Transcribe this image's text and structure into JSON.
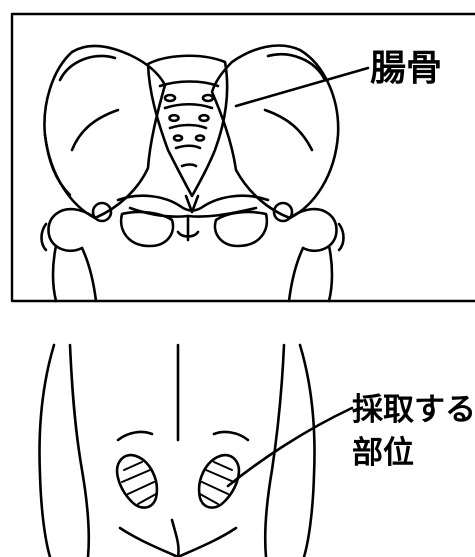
{
  "pelvis_panel": {
    "label": "腸骨"
  },
  "back_panel": {
    "label_line1": "採取する",
    "label_line2": "部位"
  }
}
